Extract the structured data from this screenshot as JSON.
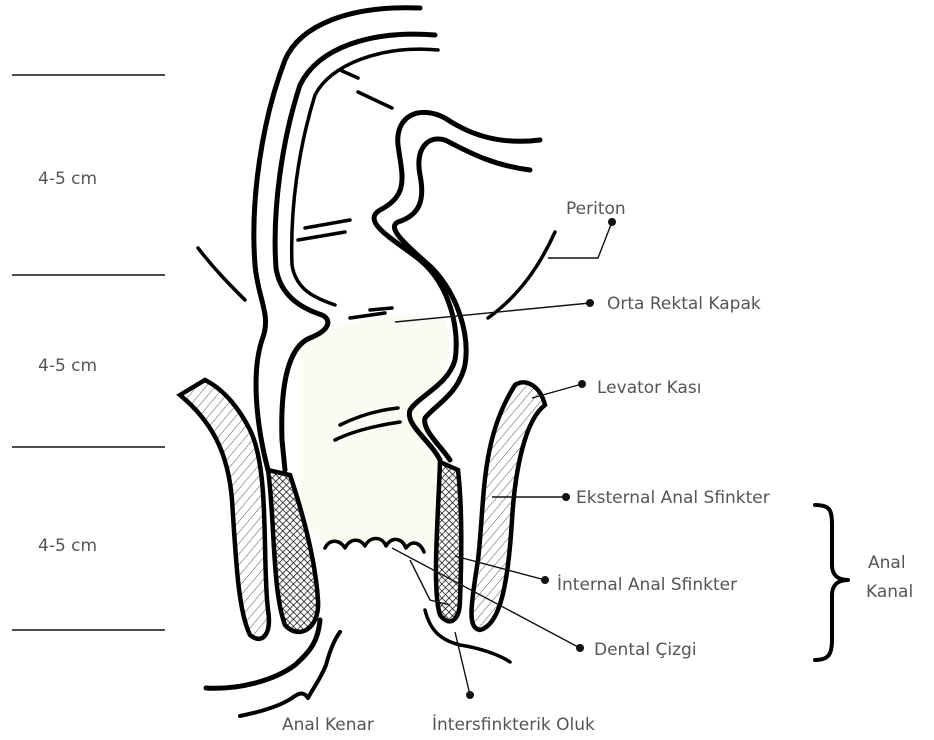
{
  "scale": {
    "segments": [
      {
        "label": "4-5 cm"
      },
      {
        "label": "4-5 cm"
      },
      {
        "label": "4-5 cm"
      }
    ]
  },
  "labels": {
    "periton": "Periton",
    "orta_rektal_kapak": "Orta Rektal Kapak",
    "levator_kasi": "Levator Kası",
    "eksternal_anal_sfinkter": "Eksternal Anal Sfinkter",
    "internal_anal_sfinkter": "İnternal Anal Sfinkter",
    "dental_cizgi": "Dental Çizgi",
    "anal_kanal_line1": "Anal",
    "anal_kanal_line2": "Kanal",
    "anal_kenar": "Anal Kenar",
    "intersfinkterik_oluk": "İntersfinkterik Oluk"
  },
  "colors": {
    "ink": "#000000",
    "label_text": "#555555",
    "lumen_fill": "#fbfaf3"
  }
}
